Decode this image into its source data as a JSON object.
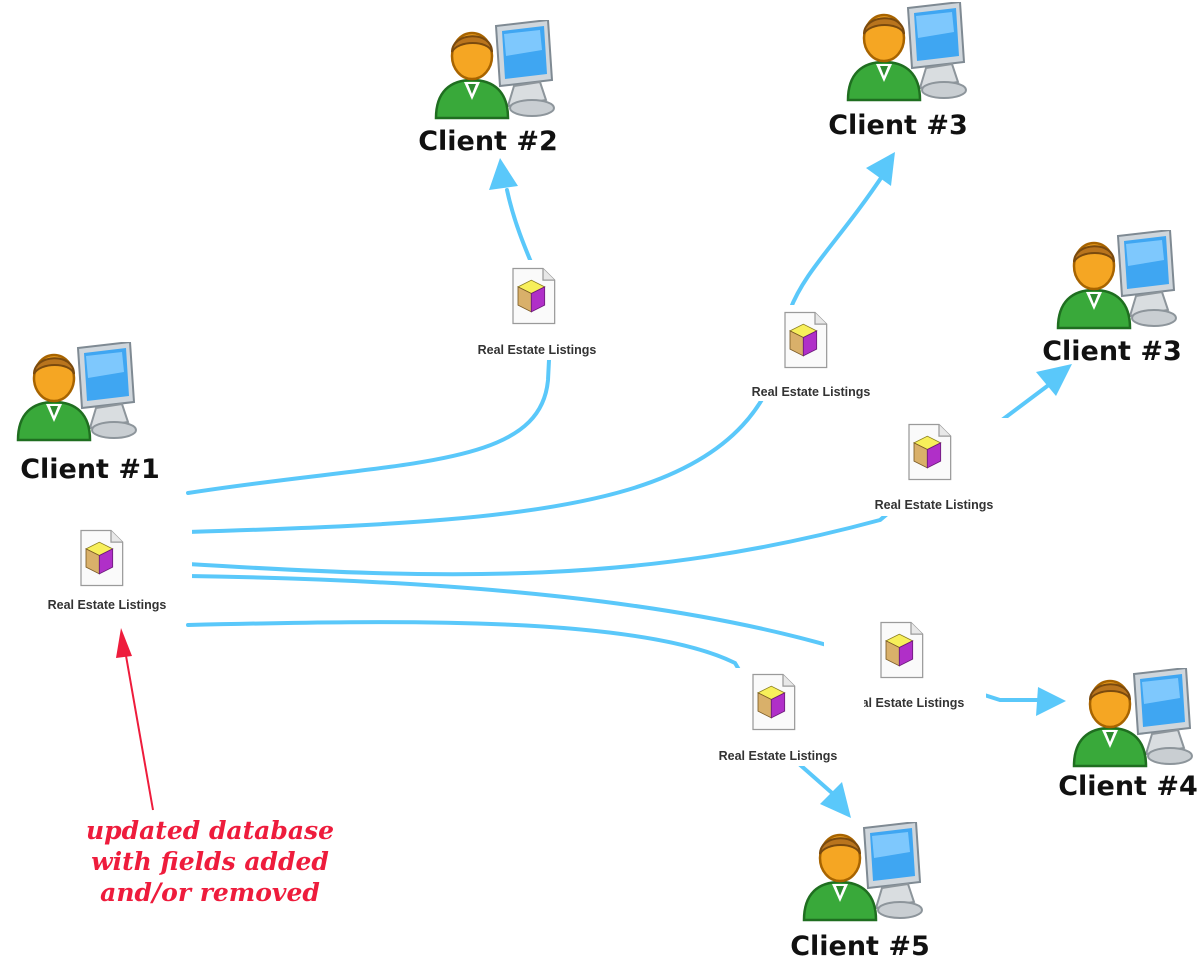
{
  "clients": [
    {
      "id": "client-1",
      "label": "Client #1"
    },
    {
      "id": "client-2",
      "label": "Client #2"
    },
    {
      "id": "client-3-top",
      "label": "Client #3"
    },
    {
      "id": "client-3-right",
      "label": "Client #3"
    },
    {
      "id": "client-4",
      "label": "Client #4"
    },
    {
      "id": "client-5",
      "label": "Client #5"
    }
  ],
  "document_label": "Real Estate Listings",
  "annotation": {
    "lines": [
      "updated database",
      "with fields added",
      "and/or removed"
    ]
  },
  "colors": {
    "connector": "#5ac8fa",
    "annotation": "#ee1c3c"
  }
}
